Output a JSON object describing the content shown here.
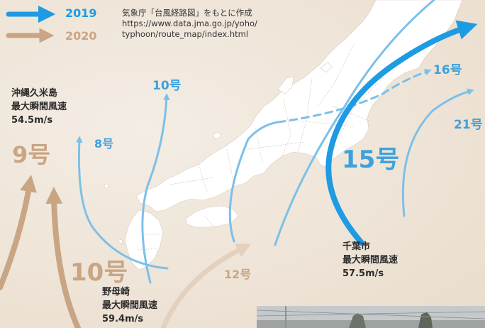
{
  "legend": {
    "items": [
      {
        "year": "2019",
        "color": "#1e9be3"
      },
      {
        "year": "2020",
        "color": "#c9a584"
      }
    ]
  },
  "source_note": {
    "line1": "気象庁「台風経路図」をもとに作成",
    "line2": "https://www.data.jma.go.jp/yoho/",
    "line3": "typhoon/route_map/index.html"
  },
  "typhoons_2019": [
    {
      "label": "8号"
    },
    {
      "label": "10号"
    },
    {
      "label": "15号"
    },
    {
      "label": "16号"
    },
    {
      "label": "21号"
    }
  ],
  "typhoons_2020": [
    {
      "label": "9号"
    },
    {
      "label": "10号"
    },
    {
      "label": "12号"
    }
  ],
  "stations": [
    {
      "name": "沖縄久米島",
      "title": "最大瞬間風速",
      "value": "54.5m/s"
    },
    {
      "name": "野母崎",
      "title": "最大瞬間風速",
      "value": "59.4m/s"
    },
    {
      "name": "千葉市",
      "title": "最大瞬間風速",
      "value": "57.5m/s"
    }
  ],
  "colors": {
    "blue": "#3ea0dc",
    "blue_strong": "#1e9be3",
    "tan": "#c9a584",
    "land": "#ffffff",
    "sea": "#efe7dc"
  }
}
